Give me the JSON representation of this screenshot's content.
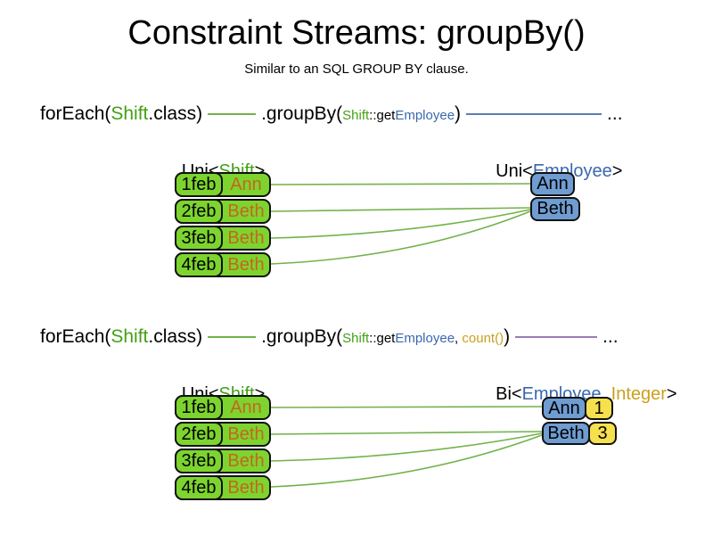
{
  "title": "Constraint Streams: groupBy()",
  "subtitle": "Similar to an SQL GROUP BY clause.",
  "colors": {
    "green_text": "#42a015",
    "green_fill": "#7dd42f",
    "green_line": "#72b24a",
    "blue_text": "#3a68ae",
    "blue_fill": "#6f9cd1",
    "blue_line": "#5b7db1",
    "orange_text": "#c5661d",
    "gold_text": "#cba01d",
    "yellow_fill": "#f6e04e",
    "purple_line": "#9b7bb5",
    "box_border": "#111111"
  },
  "s1": {
    "code": {
      "foreach": "forEach(",
      "shift": "Shift",
      "class_close": ".class)",
      "groupby": ".groupBy(",
      "arg_shift": "Shift",
      "arg_method": "::get",
      "arg_employee": "Employee",
      "paren_close": ")",
      "ellipsis": "..."
    },
    "left_type": {
      "prefix": "Uni<",
      "name": "Shift",
      "suffix": ">"
    },
    "right_type": {
      "prefix": "Uni<",
      "name": "Employee",
      "suffix": ">"
    },
    "rows": [
      {
        "date": "1feb",
        "name": "Ann"
      },
      {
        "date": "2feb",
        "name": "Beth"
      },
      {
        "date": "3feb",
        "name": "Beth"
      },
      {
        "date": "4feb",
        "name": "Beth"
      }
    ],
    "groups": [
      {
        "name": "Ann"
      },
      {
        "name": "Beth"
      }
    ]
  },
  "s2": {
    "code": {
      "foreach": "forEach(",
      "shift": "Shift",
      "class_close": ".class)",
      "groupby": ".groupBy(",
      "arg_shift": "Shift",
      "arg_method": "::get",
      "arg_employee": "Employee",
      "comma": ", ",
      "count": "count()",
      "paren_close": ")",
      "ellipsis": "..."
    },
    "left_type": {
      "prefix": "Uni<",
      "name": "Shift",
      "suffix": ">"
    },
    "right_type": {
      "prefix": "Bi<",
      "name1": "Employee",
      "comma": ", ",
      "name2": "Integer",
      "suffix": ">"
    },
    "rows": [
      {
        "date": "1feb",
        "name": "Ann"
      },
      {
        "date": "2feb",
        "name": "Beth"
      },
      {
        "date": "3feb",
        "name": "Beth"
      },
      {
        "date": "4feb",
        "name": "Beth"
      }
    ],
    "groups": [
      {
        "name": "Ann",
        "count": "1"
      },
      {
        "name": "Beth",
        "count": "3"
      }
    ]
  }
}
